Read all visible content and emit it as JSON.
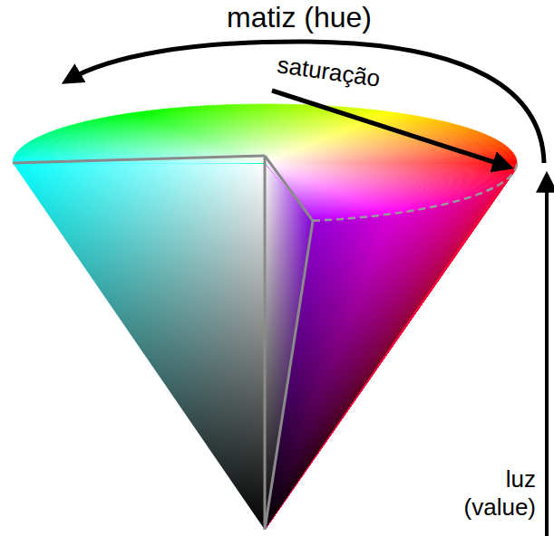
{
  "diagram": {
    "labels": [
      "matiz (hue)",
      "saturação",
      "luz (value)"
    ]
  }
}
